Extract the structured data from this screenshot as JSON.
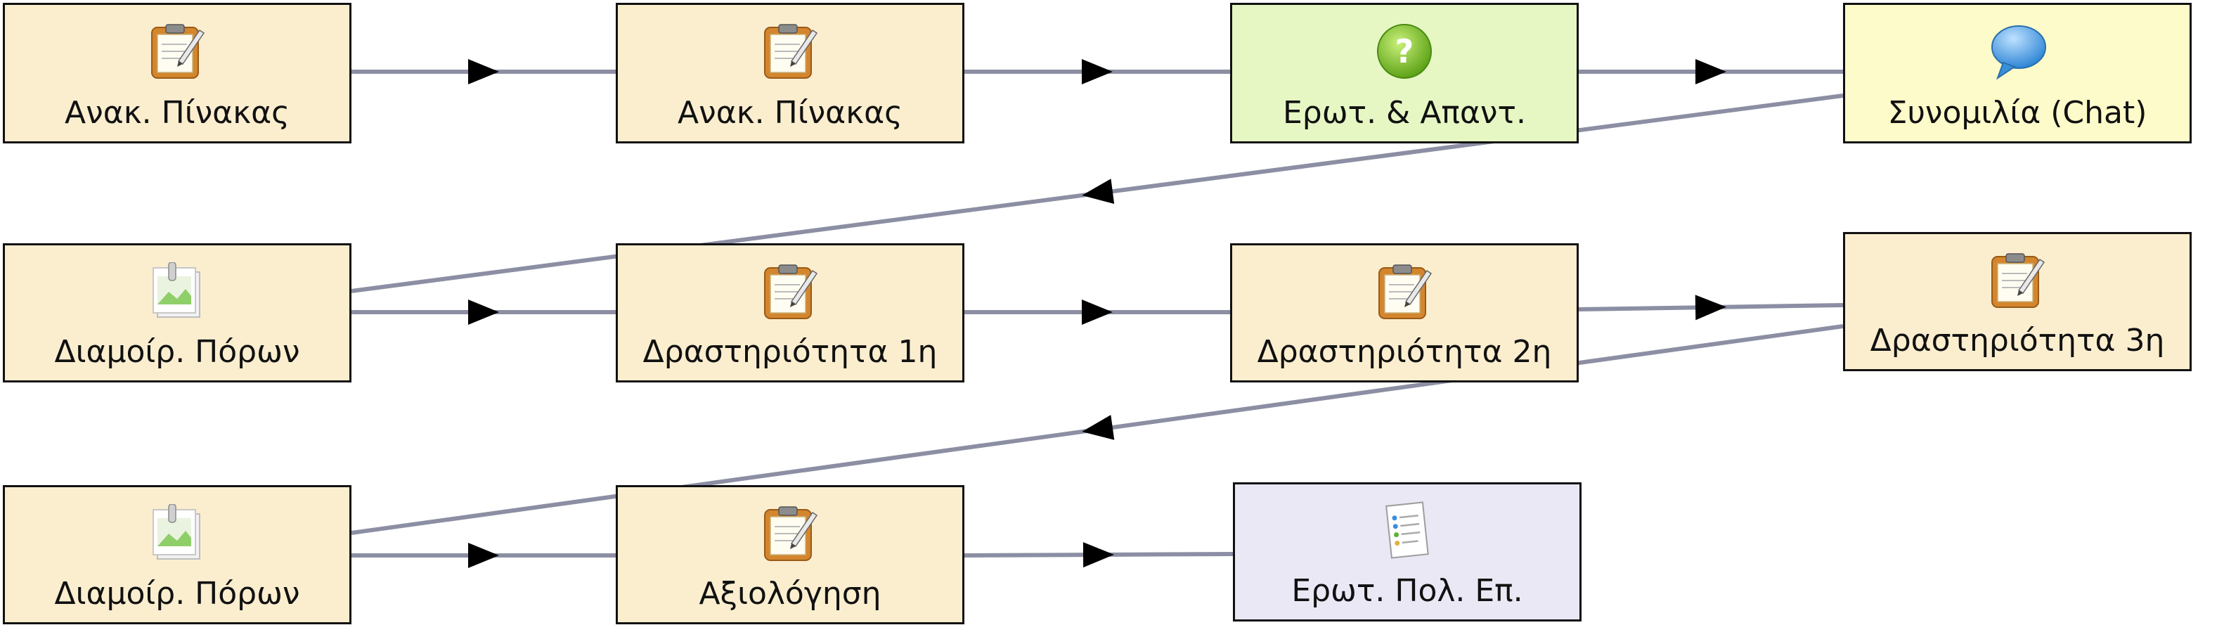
{
  "colors": {
    "activity": "#fbeecf",
    "qa": "#e6f7c4",
    "chat": "#fdfbc9",
    "quiz": "#e9e8f4",
    "connector": "#8c8fa3",
    "border": "#111111"
  },
  "nodes": [
    {
      "id": "n1",
      "label": "Ανακ. Πίνακας",
      "icon": "clipboard-icon",
      "kind": "activity"
    },
    {
      "id": "n2",
      "label": "Ανακ. Πίνακας",
      "icon": "clipboard-icon",
      "kind": "activity"
    },
    {
      "id": "n3",
      "label": "Ερωτ. & Απαντ.",
      "icon": "question-icon",
      "kind": "qa"
    },
    {
      "id": "n4",
      "label": "Συνομιλία (Chat)",
      "icon": "chat-bubble-icon",
      "kind": "chat"
    },
    {
      "id": "n5",
      "label": "Διαμοίρ. Πόρων",
      "icon": "image-stack-icon",
      "kind": "activity"
    },
    {
      "id": "n6",
      "label": "Δραστηριότητα 1η",
      "icon": "clipboard-icon",
      "kind": "activity"
    },
    {
      "id": "n7",
      "label": "Δραστηριότητα 2η",
      "icon": "clipboard-icon",
      "kind": "activity"
    },
    {
      "id": "n8",
      "label": "Δραστηριότητα 3η",
      "icon": "clipboard-icon",
      "kind": "activity"
    },
    {
      "id": "n9",
      "label": "Διαμοίρ. Πόρων",
      "icon": "image-stack-icon",
      "kind": "activity"
    },
    {
      "id": "n10",
      "label": "Αξιολόγηση",
      "icon": "clipboard-icon",
      "kind": "activity"
    },
    {
      "id": "n11",
      "label": "Ερωτ. Πολ. Επ.",
      "icon": "quiz-document-icon",
      "kind": "quiz"
    }
  ],
  "edges": [
    {
      "from": "n1",
      "to": "n2"
    },
    {
      "from": "n2",
      "to": "n3"
    },
    {
      "from": "n3",
      "to": "n4"
    },
    {
      "from": "n4",
      "to": "n5"
    },
    {
      "from": "n5",
      "to": "n6"
    },
    {
      "from": "n6",
      "to": "n7"
    },
    {
      "from": "n7",
      "to": "n8"
    },
    {
      "from": "n8",
      "to": "n9"
    },
    {
      "from": "n9",
      "to": "n10"
    },
    {
      "from": "n10",
      "to": "n11"
    }
  ]
}
